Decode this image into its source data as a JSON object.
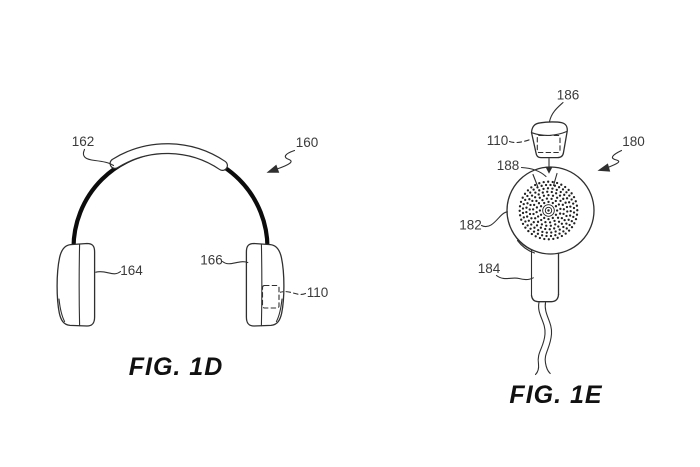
{
  "page": {
    "description": "Patent figure sheet showing headphones and earbud line drawings",
    "background": "#ffffff"
  },
  "fig_1d": {
    "caption": "FIG. 1D",
    "refs": {
      "headband_pad": "162",
      "headphones_assembly": "160",
      "left_earcup": "164",
      "right_earcup": "166",
      "media_device": "110"
    }
  },
  "fig_1e": {
    "caption": "FIG. 1E",
    "refs": {
      "cap": "186",
      "media_device": "110",
      "mesh": "188",
      "earbud_assembly": "180",
      "earbud_body": "182",
      "stem": "184"
    }
  },
  "colors": {
    "line": "#2f2f2f",
    "label_text": "#3a3a3a",
    "caption_text": "#111111",
    "thick_stroke": "#0c0c0c",
    "background": "#ffffff"
  }
}
